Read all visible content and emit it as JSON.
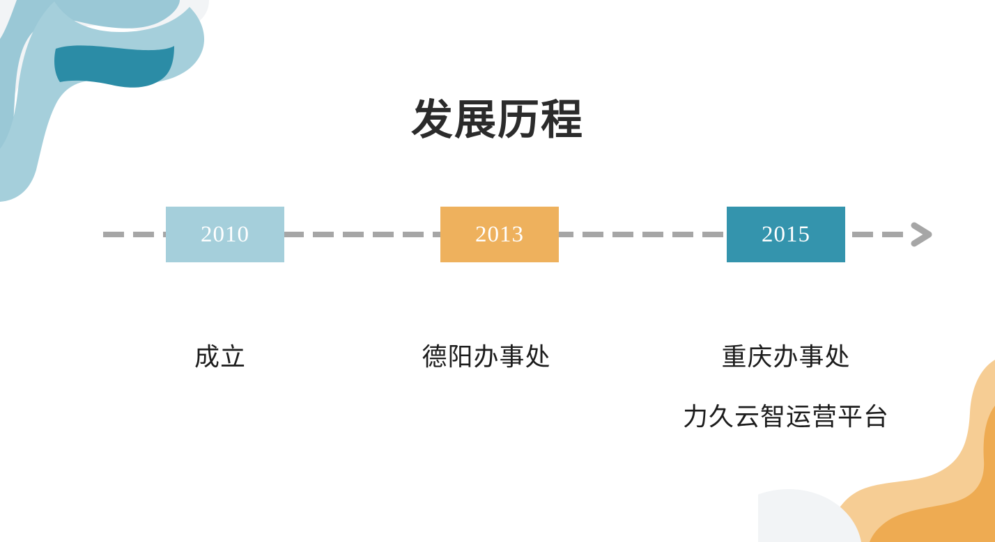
{
  "slide": {
    "title": "发展历程",
    "background_color": "#ffffff"
  },
  "palette": {
    "light_blue": "#a5cfdb",
    "mid_blue": "#9ac8d6",
    "dark_teal": "#3494ad",
    "orange": "#eeb15d",
    "light_orange": "#f6cd94",
    "light_gray": "#f2f4f6",
    "dash_gray": "#a6a6a6",
    "title_color": "#2b2b2b",
    "caption_color": "#1c1c1c"
  },
  "timeline": {
    "rail_icon": "dashed-line",
    "arrow_icon": "arrow-right-icon",
    "milestones": [
      {
        "year": "2010",
        "color": "#a5cfdb",
        "events": [
          "成立"
        ]
      },
      {
        "year": "2013",
        "color": "#eeb15d",
        "events": [
          "德阳办事处"
        ]
      },
      {
        "year": "2015",
        "color": "#3494ad",
        "events": [
          "重庆办事处",
          "力久云智运营平台"
        ]
      }
    ]
  },
  "decorations": {
    "top_left": "blue-wave-blob",
    "bottom_right": "orange-wave-blob"
  }
}
